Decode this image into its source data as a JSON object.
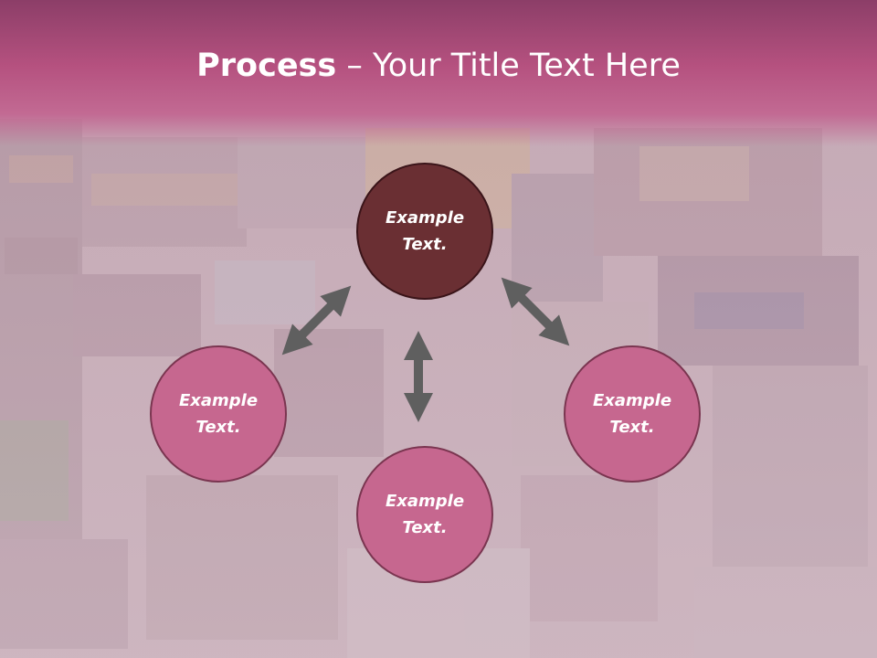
{
  "slide": {
    "title_bold": "Process",
    "title_rest": " – Your Title Text Here"
  },
  "diagram": {
    "center_top": {
      "text": "Example\nText."
    },
    "left": {
      "text": "Example\nText."
    },
    "bottom": {
      "text": "Example\nText."
    },
    "right": {
      "text": "Example\nText."
    }
  },
  "colors": {
    "header": "#b5517f",
    "node_dark": "#6a2f33",
    "node_pink": "#c6678f",
    "arrow": "#5f5f5f"
  }
}
